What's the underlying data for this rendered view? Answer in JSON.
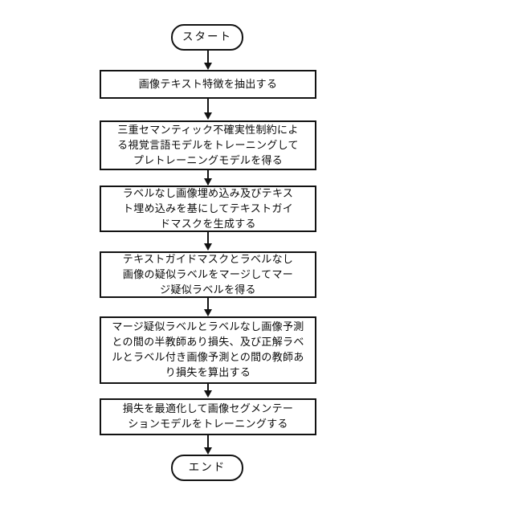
{
  "diagram": {
    "title": "画像セグメンテーションモデル訓練フローチャート",
    "language": "ja",
    "orientation": "top-to-bottom",
    "stroke_color": "#121212",
    "fill_color": "#ffffff",
    "text_color": "#0a0a0a",
    "nodes": [
      {
        "id": "start",
        "shape": "terminator",
        "label": "スタート"
      },
      {
        "id": "step1",
        "shape": "process",
        "label": "画像テキスト特徴を抽出する"
      },
      {
        "id": "step2",
        "shape": "process",
        "label": "三重セマンティック不確実性制約によ\nる視覚言語モデルをトレーニングして\nプレトレーニングモデルを得る"
      },
      {
        "id": "step3",
        "shape": "process",
        "label": "ラベルなし画像埋め込み及びテキス\nト埋め込みを基にしてテキストガイ\nドマスクを生成する"
      },
      {
        "id": "step4",
        "shape": "process",
        "label": "テキストガイドマスクとラベルなし\n画像の疑似ラベルをマージしてマー\nジ疑似ラベルを得る"
      },
      {
        "id": "step5",
        "shape": "process",
        "label": "マージ疑似ラベルとラベルなし画像予測\nとの間の半教師あり損失、及び正解ラベ\nルとラベル付き画像予測との間の教師あ\nり損失を算出する"
      },
      {
        "id": "step6",
        "shape": "process",
        "label": "損失を最適化して画像セグメンテー\nションモデルをトレーニングする"
      },
      {
        "id": "end",
        "shape": "terminator",
        "label": "エンド"
      }
    ],
    "connectors": [
      {
        "id": "c1",
        "from": "start",
        "to": "step1",
        "icon": "down-arrow-icon"
      },
      {
        "id": "c2",
        "from": "step1",
        "to": "step2",
        "icon": "down-arrow-icon"
      },
      {
        "id": "c3",
        "from": "step2",
        "to": "step3",
        "icon": "down-arrow-icon"
      },
      {
        "id": "c4",
        "from": "step3",
        "to": "step4",
        "icon": "down-arrow-icon"
      },
      {
        "id": "c5",
        "from": "step4",
        "to": "step5",
        "icon": "down-arrow-icon"
      },
      {
        "id": "c6",
        "from": "step5",
        "to": "step6",
        "icon": "down-arrow-icon"
      },
      {
        "id": "c7",
        "from": "step6",
        "to": "end",
        "icon": "down-arrow-icon"
      }
    ]
  }
}
